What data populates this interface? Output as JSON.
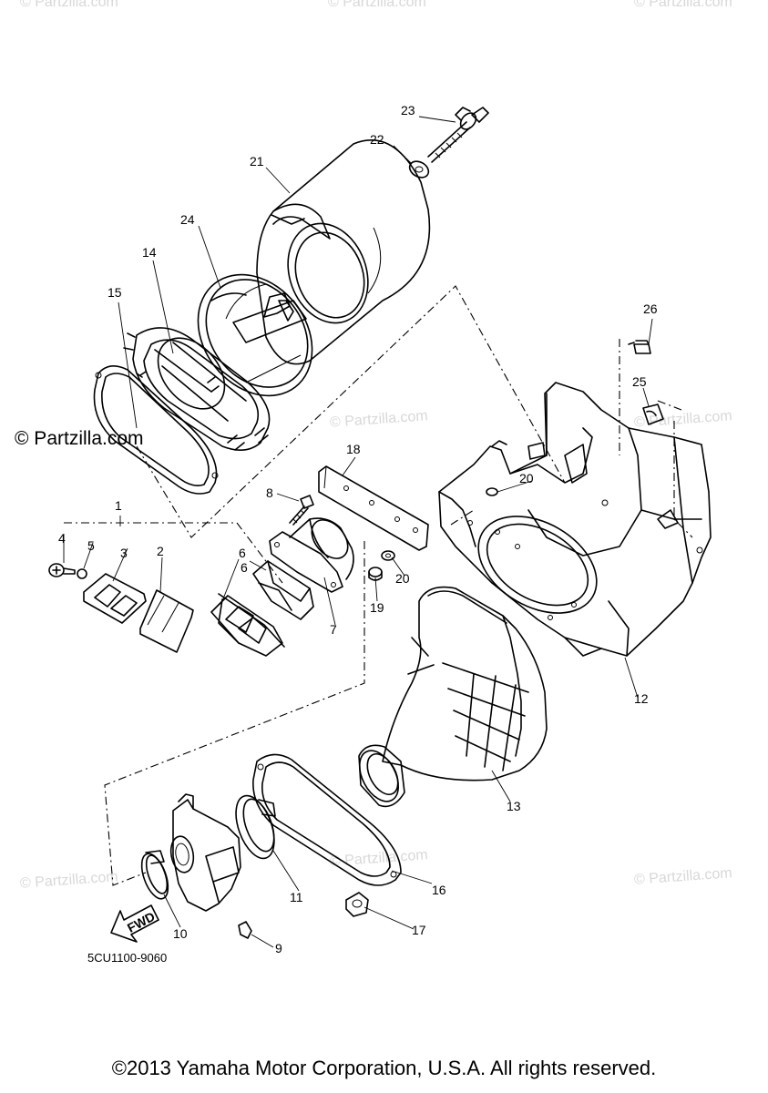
{
  "watermark": {
    "main": "© Partzilla.com",
    "faint": "© Partzilla.com"
  },
  "diagram_code": "5CU1100-9060",
  "footer": "©2013 Yamaha Motor Corporation, U.S.A. All rights reserved.",
  "arrow_label": "FWD",
  "callouts": {
    "c1": "1",
    "c2": "2",
    "c3": "3",
    "c4": "4",
    "c5": "5",
    "c6a": "6",
    "c6b": "6",
    "c7": "7",
    "c8": "8",
    "c9": "9",
    "c10": "10",
    "c11": "11",
    "c12": "12",
    "c13": "13",
    "c14": "14",
    "c15": "15",
    "c16": "16",
    "c17": "17",
    "c18": "18",
    "c19": "19",
    "c20a": "20",
    "c20b": "20",
    "c21": "21",
    "c22": "22",
    "c23": "23",
    "c24": "24",
    "c25": "25",
    "c26": "26"
  }
}
